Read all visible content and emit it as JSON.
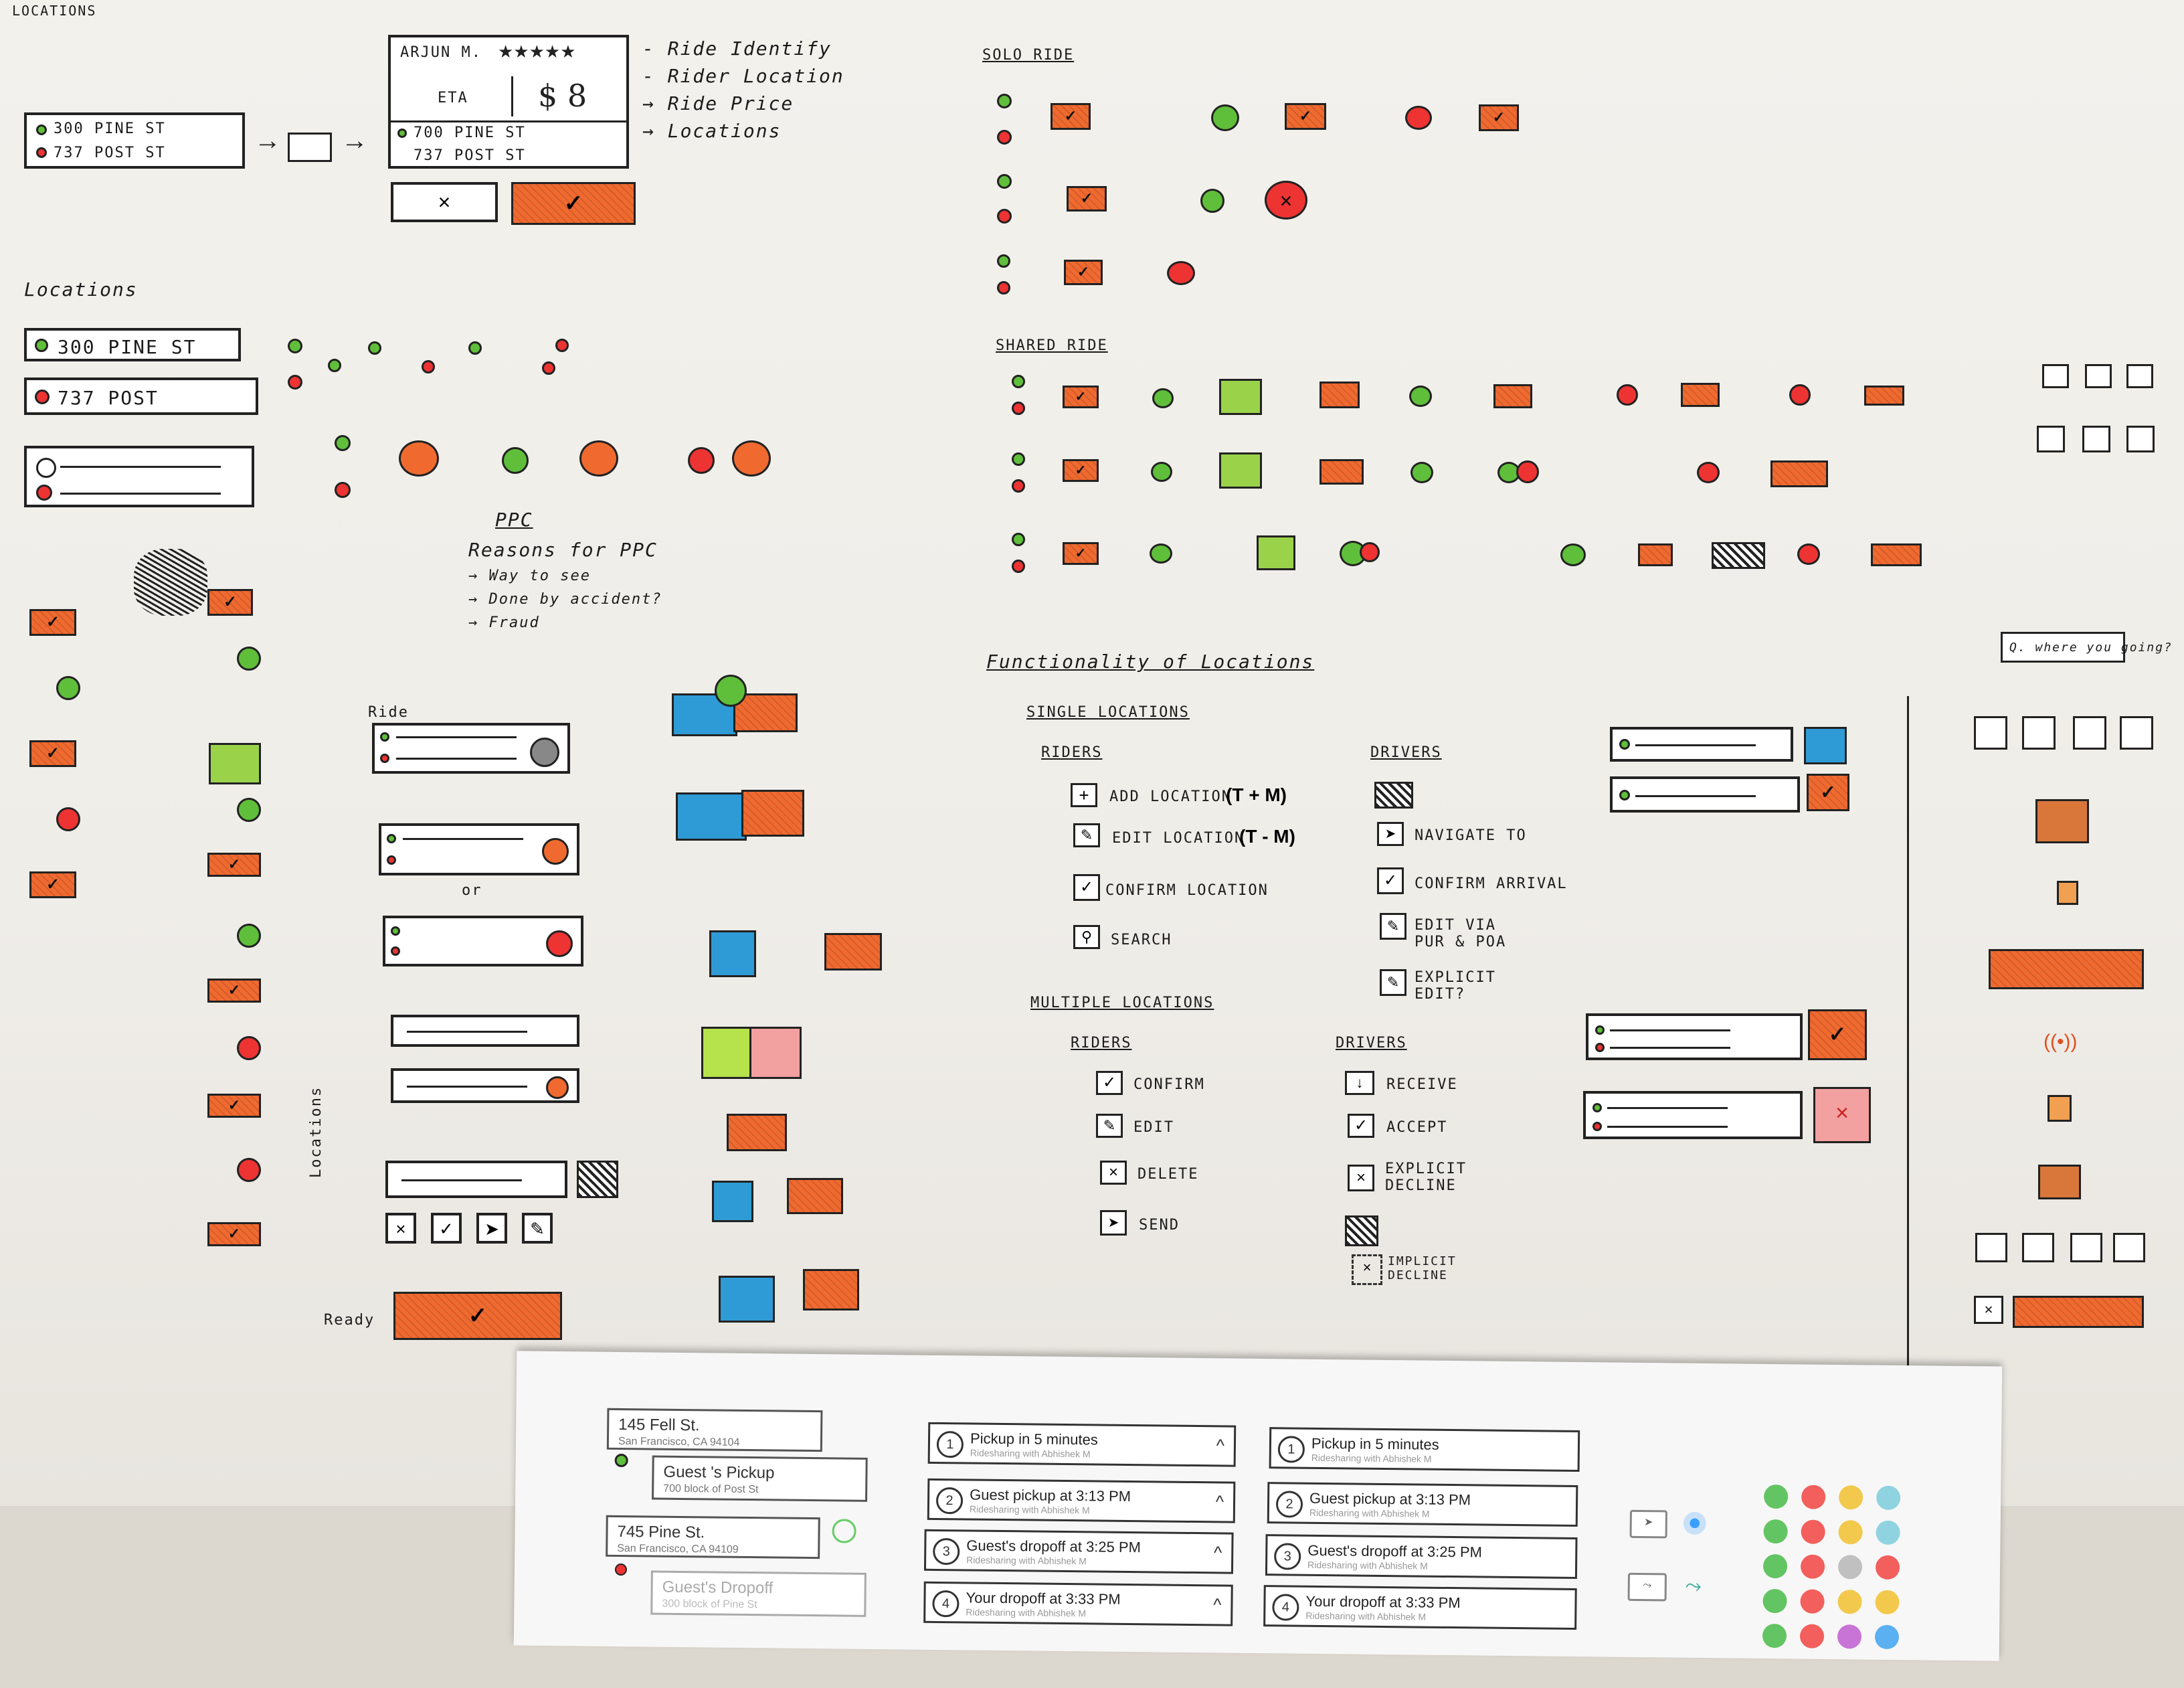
{
  "header": {
    "title": "LOCATIONS"
  },
  "ride_card": {
    "driver": "ARJUN M.",
    "stars": "★★★★★",
    "eta_label": "ETA",
    "price": "$ 8",
    "pickup": "700 PINE ST",
    "dropoff": "737 POST ST",
    "cancel": "×",
    "confirm": "✓"
  },
  "request_card": {
    "pickup": "300 PINE ST",
    "dropoff": "737 POST ST"
  },
  "notes": [
    "- Ride Identify",
    "- Rider Location",
    "→ Ride Price",
    "→ Locations"
  ],
  "locations_section": {
    "label": "Locations",
    "pickup": "300 PINE ST",
    "dropoff": "737 POST"
  },
  "ppc": {
    "title": "PPC",
    "subtitle": "Reasons for PPC",
    "reasons": [
      "→ Way to see",
      "→ Done by accident?",
      "→ Fraud"
    ]
  },
  "mid_labels": {
    "ride": "Ride",
    "or": "or",
    "locations": "Locations",
    "ready": "Ready"
  },
  "solo": {
    "title": "SOLO RIDE"
  },
  "shared": {
    "title": "SHARED RIDE"
  },
  "functionality": {
    "title": "Functionality of Locations",
    "single": "SINGLE LOCATIONS",
    "multiple": "MULTIPLE LOCATIONS",
    "riders_label": "RIDERS",
    "drivers_label": "DRIVERS",
    "single_riders": [
      "ADD LOCATION",
      "EDIT LOCATION",
      "CONFIRM LOCATION",
      "SEARCH"
    ],
    "single_drivers": [
      "NAVIGATE TO",
      "CONFIRM ARRIVAL",
      "EDIT VIA PUR & POA",
      "EXPLICIT EDIT?"
    ],
    "multiple_riders": [
      "CONFIRM",
      "EDIT",
      "DELETE",
      "SEND"
    ],
    "multiple_drivers": [
      "RECEIVE",
      "ACCEPT",
      "EXPLICIT DECLINE",
      "IMPLICIT DECLINE"
    ],
    "tokens": {
      "add": "(T + M)",
      "edit": "(T - M)"
    }
  },
  "right_note": {
    "question": "Q. where you going?"
  },
  "printout": {
    "locations": [
      {
        "title": "145 Fell St.",
        "sub": "San Francisco, CA 94104"
      },
      {
        "title": "Guest 's Pickup",
        "sub": "700 block of Post St"
      },
      {
        "title": "745 Pine St.",
        "sub": "San Francisco, CA 94109"
      },
      {
        "title": "Guest's Dropoff",
        "sub": "300 block of Pine St"
      }
    ],
    "steps_a": [
      {
        "n": "1",
        "title": "Pickup in 5 minutes",
        "sub": "Ridesharing with Abhishek M"
      },
      {
        "n": "2",
        "title": "Guest pickup at 3:13 PM",
        "sub": "Ridesharing with Abhishek M"
      },
      {
        "n": "3",
        "title": "Guest's dropoff at 3:25 PM",
        "sub": "Ridesharing with Abhishek M"
      },
      {
        "n": "4",
        "title": "Your dropoff at 3:33 PM",
        "sub": "Ridesharing with Abhishek M"
      }
    ],
    "steps_b": [
      {
        "n": "1",
        "title": "Pickup in 5 minutes",
        "sub": "Ridesharing with Abhishek M"
      },
      {
        "n": "2",
        "title": "Guest pickup at 3:13 PM",
        "sub": "Ridesharing with Abhishek M"
      },
      {
        "n": "3",
        "title": "Guest's dropoff at 3:25 PM",
        "sub": "Ridesharing with Abhishek M"
      },
      {
        "n": "4",
        "title": "Your dropoff at 3:33 PM",
        "sub": "Ridesharing with Abhishek M"
      }
    ],
    "palette": [
      "#62c462",
      "#f25f5c",
      "#f2c94c",
      "#8fd3e0",
      "#62c462",
      "#f25f5c",
      "#f2c94c",
      "#8fd3e0",
      "#62c462",
      "#f25f5c",
      "#c0c0c0",
      "#f25f5c",
      "#62c462",
      "#f25f5c",
      "#f2c94c",
      "#f2c94c",
      "#62c462",
      "#f25f5c",
      "#c874d6",
      "#5ab0f0"
    ]
  },
  "colors": {
    "accent": "#f06a30",
    "green": "#5fbf3a",
    "red": "#e33333",
    "blue": "#2f9bd6"
  }
}
